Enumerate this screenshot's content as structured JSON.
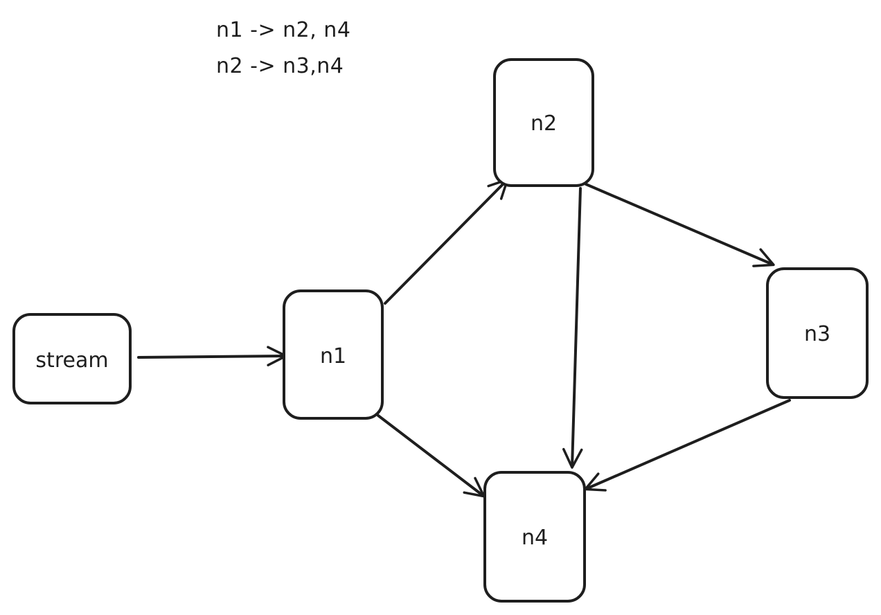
{
  "notes": [
    "n1 -> n2, n4",
    "n2 -> n3,n4"
  ],
  "nodes": {
    "stream": {
      "label": "stream"
    },
    "n1": {
      "label": "n1"
    },
    "n2": {
      "label": "n2"
    },
    "n3": {
      "label": "n3"
    },
    "n4": {
      "label": "n4"
    }
  },
  "edges": [
    {
      "from": "stream",
      "to": "n1"
    },
    {
      "from": "n1",
      "to": "n2"
    },
    {
      "from": "n1",
      "to": "n4"
    },
    {
      "from": "n2",
      "to": "n3"
    },
    {
      "from": "n2",
      "to": "n4"
    },
    {
      "from": "n3",
      "to": "n4"
    }
  ],
  "colors": {
    "stroke": "#1e1e1e",
    "background": "#ffffff"
  }
}
